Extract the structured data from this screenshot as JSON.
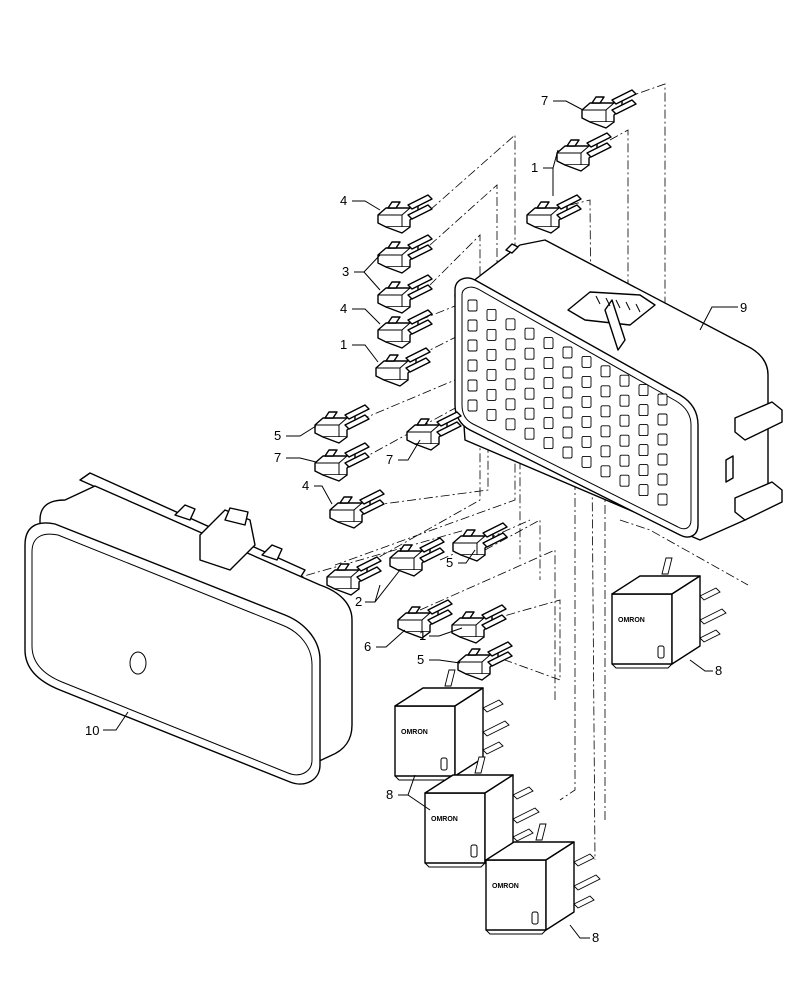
{
  "callouts": [
    {
      "id": "c7a",
      "text": "7"
    },
    {
      "id": "c1a",
      "text": "1"
    },
    {
      "id": "c4a",
      "text": "4"
    },
    {
      "id": "c3",
      "text": "3"
    },
    {
      "id": "c4b",
      "text": "4"
    },
    {
      "id": "c1b",
      "text": "1"
    },
    {
      "id": "c9",
      "text": "9"
    },
    {
      "id": "c5a",
      "text": "5"
    },
    {
      "id": "c7b",
      "text": "7"
    },
    {
      "id": "c7c",
      "text": "7"
    },
    {
      "id": "c4c",
      "text": "4"
    },
    {
      "id": "c5b",
      "text": "5"
    },
    {
      "id": "c2",
      "text": "2"
    },
    {
      "id": "c6",
      "text": "6"
    },
    {
      "id": "c1c",
      "text": "1"
    },
    {
      "id": "c5c",
      "text": "5"
    },
    {
      "id": "c8a",
      "text": "8"
    },
    {
      "id": "c10",
      "text": "10"
    },
    {
      "id": "c8b",
      "text": "8"
    },
    {
      "id": "c8c",
      "text": "8"
    }
  ],
  "relay_brand": "OMRON"
}
